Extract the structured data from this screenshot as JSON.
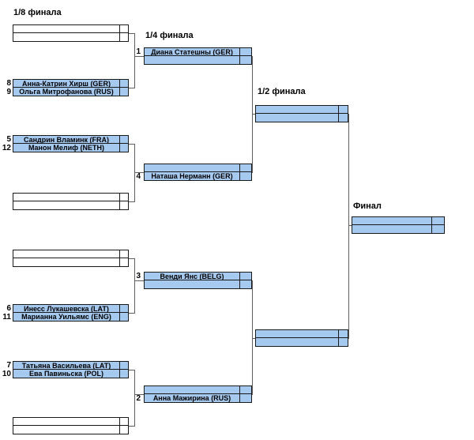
{
  "headings": {
    "round_of_16": "1/8 финала",
    "quarterfinals": "1/4 финала",
    "semifinals": "1/2 финала",
    "final": "Финал"
  },
  "colors": {
    "fill_blue": "#a6c9ef",
    "fill_empty": "#ffffff",
    "box_border": "#1a1a1a",
    "line": "#5f5f5f",
    "text": "#000000"
  },
  "r16": [
    {
      "top": {
        "seed": "",
        "name": "",
        "score": ""
      },
      "bottom": {
        "seed": "",
        "name": "",
        "score": ""
      }
    },
    {
      "top": {
        "seed": "8",
        "name": "Анна-Катрин Хирш (GER)",
        "score": ""
      },
      "bottom": {
        "seed": "9",
        "name": "Ольга Митрофанова (RUS)",
        "score": ""
      }
    },
    {
      "top": {
        "seed": "5",
        "name": "Сандрин Вламинк (FRA)",
        "score": ""
      },
      "bottom": {
        "seed": "12",
        "name": "Манон Мелиф (NETH)",
        "score": ""
      }
    },
    {
      "top": {
        "seed": "",
        "name": "",
        "score": ""
      },
      "bottom": {
        "seed": "",
        "name": "",
        "score": ""
      }
    },
    {
      "top": {
        "seed": "",
        "name": "",
        "score": ""
      },
      "bottom": {
        "seed": "",
        "name": "",
        "score": ""
      }
    },
    {
      "top": {
        "seed": "6",
        "name": "Инесс Лукашевска (LAT)",
        "score": ""
      },
      "bottom": {
        "seed": "11",
        "name": "Марианна Уильямс (ENG)",
        "score": ""
      }
    },
    {
      "top": {
        "seed": "7",
        "name": "Татьяна Васильева (LAT)",
        "score": ""
      },
      "bottom": {
        "seed": "10",
        "name": "Ева Павиньска (POL)",
        "score": ""
      }
    },
    {
      "top": {
        "seed": "",
        "name": "",
        "score": ""
      },
      "bottom": {
        "seed": "",
        "name": "",
        "score": ""
      }
    }
  ],
  "qf": [
    {
      "seed": "1",
      "name": "Диана Статешны (GER)",
      "score": "",
      "empty_row": ""
    },
    {
      "seed": "4",
      "name": "Наташа Нерманн (GER)",
      "score": "",
      "empty_row": ""
    },
    {
      "seed": "3",
      "name": "Венди Янс (BELG)",
      "score": "",
      "empty_row": ""
    },
    {
      "seed": "2",
      "name": "Анна Мажирина (RUS)",
      "score": "",
      "empty_row": ""
    }
  ],
  "sf": [
    {
      "top": {
        "name": "",
        "score": ""
      },
      "bottom": {
        "name": "",
        "score": ""
      }
    },
    {
      "top": {
        "name": "",
        "score": ""
      },
      "bottom": {
        "name": "",
        "score": ""
      }
    }
  ],
  "final": {
    "top": {
      "name": "",
      "score": ""
    },
    "bottom": {
      "name": "",
      "score": ""
    }
  }
}
